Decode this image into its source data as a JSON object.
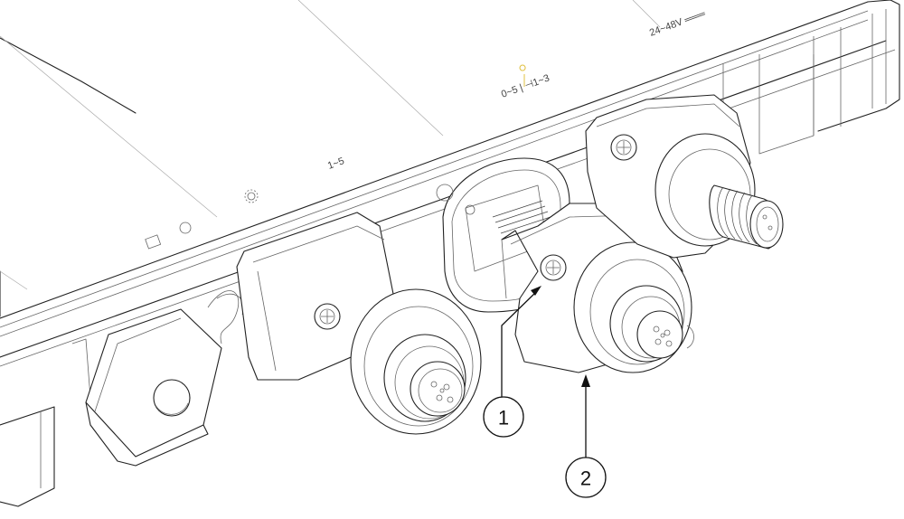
{
  "figure": {
    "housing_labels": {
      "power": "24~48V ═══",
      "ports": "0~5 | ⊣1~3",
      "port_one": "1~5"
    },
    "callouts": [
      {
        "number": "1"
      },
      {
        "number": "2"
      }
    ]
  }
}
